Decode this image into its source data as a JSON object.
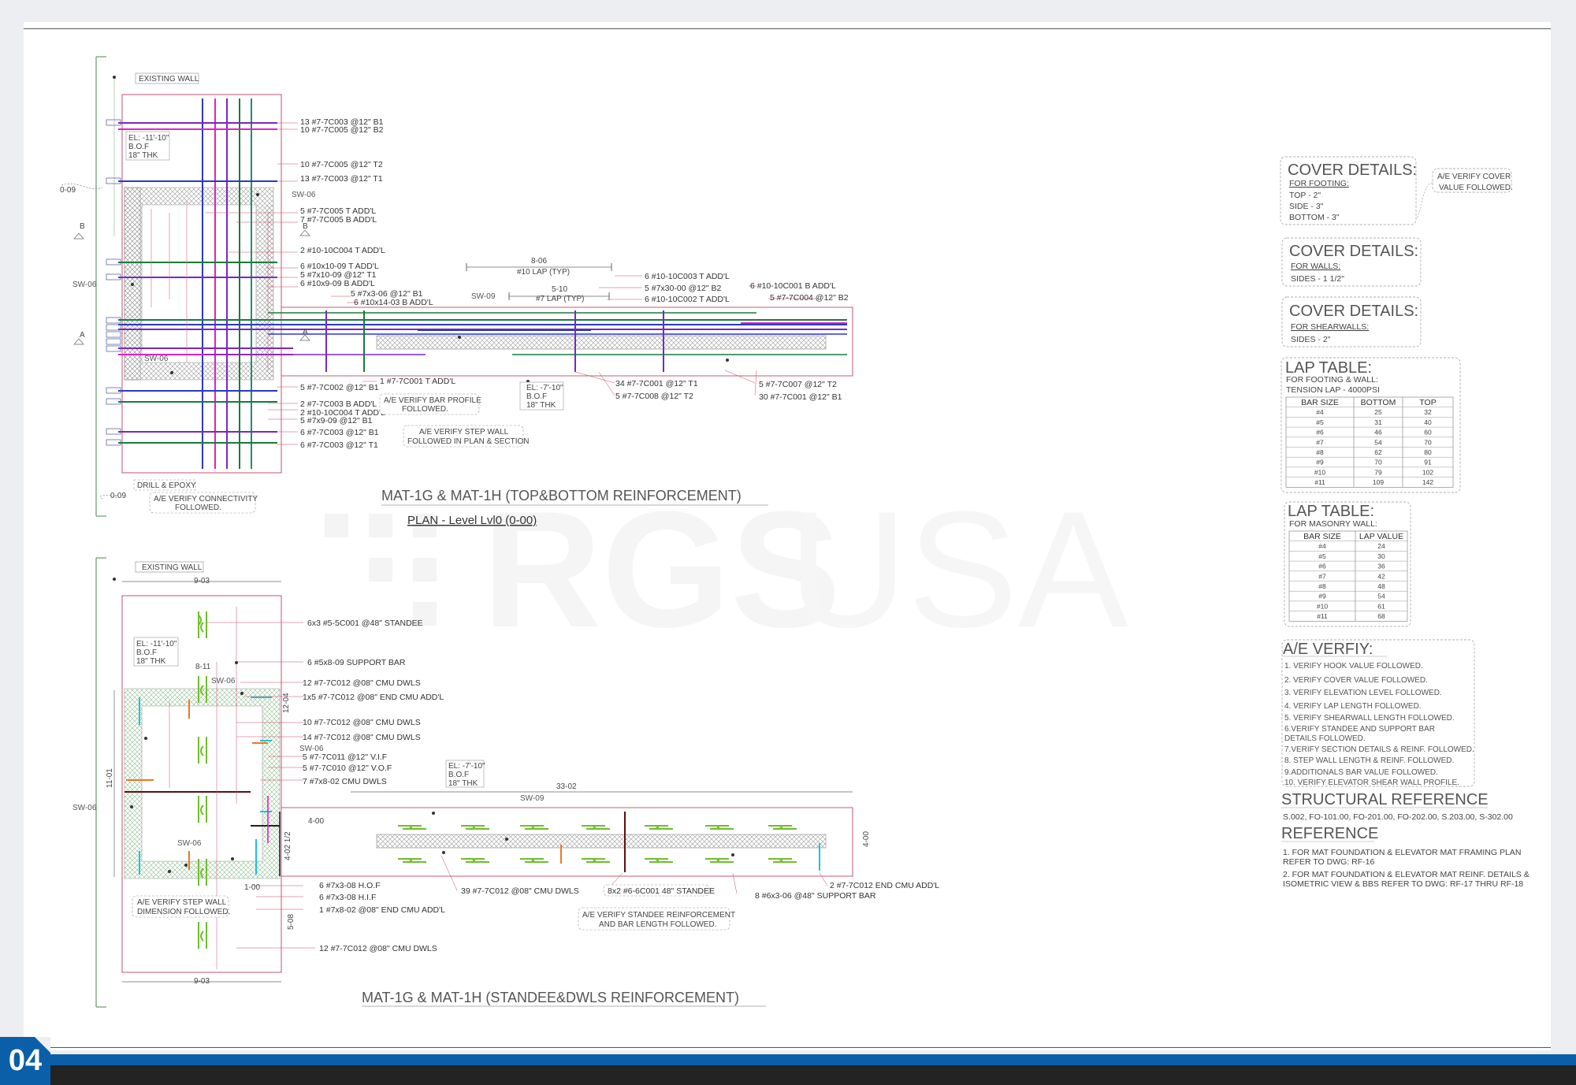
{
  "page": {
    "number": "04"
  },
  "watermark": {
    "brand": "RGS",
    "suffix": "USA"
  },
  "view1": {
    "title": "MAT-1G & MAT-1H (TOP&BOTTOM REINFORCEMENT)",
    "plan_label": "PLAN - Level Lvl0 (0-00)",
    "existing_wall": "EXISTING WALL",
    "el_note": [
      "EL: -11'-10\"",
      "B.O.F",
      "18\" THK"
    ],
    "el_note2": [
      "EL: -7'-10\"",
      "B.O.F",
      "18\" THK"
    ],
    "grid_0_09_top": "0-09",
    "grid_0_09_bot": "0-09",
    "grid_B": "B",
    "grid_A": "A",
    "sw06_a": "SW-06",
    "sw06_b": "SW-06",
    "sw06_c": "SW-06",
    "sw09": "SW-09",
    "dim_8_06": "8-06",
    "lap_10": "#10 LAP (TYP)",
    "dim_5_10": "5-10",
    "lap_7": "#7 LAP (TYP)",
    "bar_labels": [
      "13 #7-7C003 @12\" B1",
      "10 #7-7C005 @12\" B2",
      "10 #7-7C005 @12\" T2",
      "13 #7-7C003 @12\" T1",
      "5 #7-7C005  T ADD'L",
      "7 #7-7C005  B ADD'L",
      "2 #10-10C004  T ADD'L",
      "6 #10x10-09  T ADD'L",
      "5 #7x10-09 @12\" T1",
      "6 #10x9-09  B ADD'L",
      "5 #7x3-06 @12\" B1",
      "6 #10x14-03  B ADD'L",
      "6 #10-10C003  T ADD'L",
      "5 #7x30-00 @12\" B2",
      "6 #10-10C002  T ADD'L",
      "6 #10-10C001  B ADD'L",
      "5 #7-7C004 @12\" B2",
      "5 #7-7C002 @12\" B1",
      "1 #7-7C001  T ADD'L",
      "2 #7-7C003  B ADD'L",
      "2 #10-10C004  T ADD'L",
      "5 #7x9-09 @12\" B1",
      "6 #7-7C003 @12\" B1",
      "6 #7-7C003 @12\" T1",
      "34 #7-7C001 @12\" T1",
      "5 #7-7C008 @12\" T2",
      "5 #7-7C007 @12\" T2",
      "30 #7-7C001 @12\" B1"
    ],
    "notes": {
      "bar_profile": [
        "A/E VERIFY BAR PROFILE",
        "FOLLOWED."
      ],
      "step_wall": [
        "A/E VERIFY STEP WALL",
        "FOLLOWED IN PLAN & SECTION"
      ],
      "drill": "DRILL & EPOXY",
      "connectivity": [
        "A/E VERIFY CONNECTIVITY",
        "FOLLOWED."
      ]
    }
  },
  "view2": {
    "title": "MAT-1G & MAT-1H (STANDEE&DWLS REINFORCEMENT)",
    "existing_wall": "EXISTING WALL",
    "el_note": [
      "EL: -11'-10\"",
      "B.O.F",
      "18\" THK"
    ],
    "el_note2": [
      "EL: -7'-10\"",
      "B.O.F",
      "18\" THK"
    ],
    "dim_9_03_top": "9-03",
    "dim_9_03_bot": "9-03",
    "dim_8_11": "8-11",
    "dim_12_04": "12-04",
    "dim_11_01": "11-01",
    "dim_4_00_left": "4-00",
    "dim_4_02": "4-02 1/2",
    "dim_33_02": "33-02",
    "dim_4_00_right": "4-00",
    "dim_1_00": "1-00",
    "dim_5_08": "5-08",
    "sw06_a": "SW-06",
    "sw06_b": "SW-06",
    "sw06_c": "SW-06",
    "sw06_d": "SW-06",
    "sw09": "SW-09",
    "labels": [
      "6x3 #5-5C001 @48\" STANDEE",
      "6 #5x8-09 SUPPORT BAR",
      "12 #7-7C012 @08\" CMU DWLS",
      "1x5 #7-7C012 @08\" END CMU ADD'L",
      "10 #7-7C012 @08\" CMU DWLS",
      "14 #7-7C012 @08\" CMU DWLS",
      "5 #7-7C011 @12\" V.I.F",
      "5 #7-7C010 @12\" V.O.F",
      "7 #7x8-02 CMU DWLS",
      "6 #7x3-08 H.O.F",
      "6 #7x3-08 H.I.F",
      "1 #7x8-02 @08\" END CMU ADD'L",
      "12 #7-7C012 @08\" CMU DWLS",
      "39 #7-7C012 @08\" CMU DWLS",
      "8x2 #6-6C001 48\" STANDEE",
      "8 #6x3-06 @48\" SUPPORT BAR",
      "2 #7-7C012  END CMU ADD'L"
    ],
    "notes": {
      "step_wall": [
        "A/E VERIFY STEP WALL",
        "DIMENSION FOLLOWED."
      ],
      "standee": [
        "A/E VERIFY STANDEE REINFORCEMENT",
        "AND BAR LENGTH FOLLOWED."
      ]
    }
  },
  "side": {
    "cover_footing": {
      "title": "COVER DETAILS:",
      "sub": "FOR FOOTING:",
      "lines": [
        "TOP - 2\"",
        "SIDE - 3\"",
        "BOTTOM - 3\""
      ],
      "callout": [
        "A/E VERIFY COVER",
        "VALUE FOLLOWED."
      ]
    },
    "cover_walls": {
      "title": "COVER DETAILS:",
      "sub": "FOR WALLS:",
      "lines": [
        "SIDES - 1 1/2\""
      ]
    },
    "cover_shear": {
      "title": "COVER DETAILS:",
      "sub": "FOR SHEARWALLS:",
      "lines": [
        "SIDES - 2\""
      ]
    },
    "lap_footing": {
      "title": "LAP TABLE:",
      "sub1": "FOR FOOTING & WALL:",
      "sub2": "TENSION LAP - 4000PSI",
      "headers": [
        "BAR SIZE",
        "BOTTOM",
        "TOP"
      ],
      "rows": [
        [
          "#4",
          "25",
          "32"
        ],
        [
          "#5",
          "31",
          "40"
        ],
        [
          "#6",
          "46",
          "60"
        ],
        [
          "#7",
          "54",
          "70"
        ],
        [
          "#8",
          "62",
          "80"
        ],
        [
          "#9",
          "70",
          "91"
        ],
        [
          "#10",
          "79",
          "102"
        ],
        [
          "#11",
          "109",
          "142"
        ]
      ]
    },
    "lap_masonry": {
      "title": "LAP TABLE:",
      "sub": "FOR MASONRY WALL:",
      "headers": [
        "BAR SIZE",
        "LAP VALUE"
      ],
      "rows": [
        [
          "#4",
          "24"
        ],
        [
          "#5",
          "30"
        ],
        [
          "#6",
          "36"
        ],
        [
          "#7",
          "42"
        ],
        [
          "#8",
          "48"
        ],
        [
          "#9",
          "54"
        ],
        [
          "#10",
          "61"
        ],
        [
          "#11",
          "68"
        ]
      ]
    },
    "verify": {
      "title": "A/E VERFIY:",
      "items": [
        "1. VERIFY HOOK VALUE FOLLOWED.",
        "2. VERIFY COVER VALUE FOLLOWED.",
        "3. VERIFY ELEVATION LEVEL FOLLOWED.",
        "4. VERIFY LAP LENGTH FOLLOWED.",
        "5. VERIFY SHEARWALL LENGTH FOLLOWED.",
        "6.VERIFY STANDEE AND SUPPORT BAR",
        "   DETAILS FOLLOWED.",
        "7.VERIFY SECTION DETAILS & REINF. FOLLOWED.",
        "8. STEP WALL LENGTH & REINF. FOLLOWED.",
        "9.ADDITIONALS BAR VALUE FOLLOWED.",
        "10. VERIFY ELEVATOR SHEAR WALL PROFILE."
      ]
    },
    "structural_reference": {
      "title": "STRUCTURAL REFERENCE",
      "text": "S.002, FO-101.00, FO-201.00, FO-202.00, S.203.00, S-302.00"
    },
    "reference": {
      "title": "REFERENCE",
      "items": [
        "1. FOR MAT FOUNDATION & ELEVATOR MAT FRAMING PLAN",
        "    REFER TO DWG: RF-16",
        "2. FOR MAT FOUNDATION & ELEVATOR MAT REINF. DETAILS &",
        "    ISOMETRIC VIEW & BBS REFER TO DWG: RF-17 THRU RF-18"
      ]
    }
  }
}
